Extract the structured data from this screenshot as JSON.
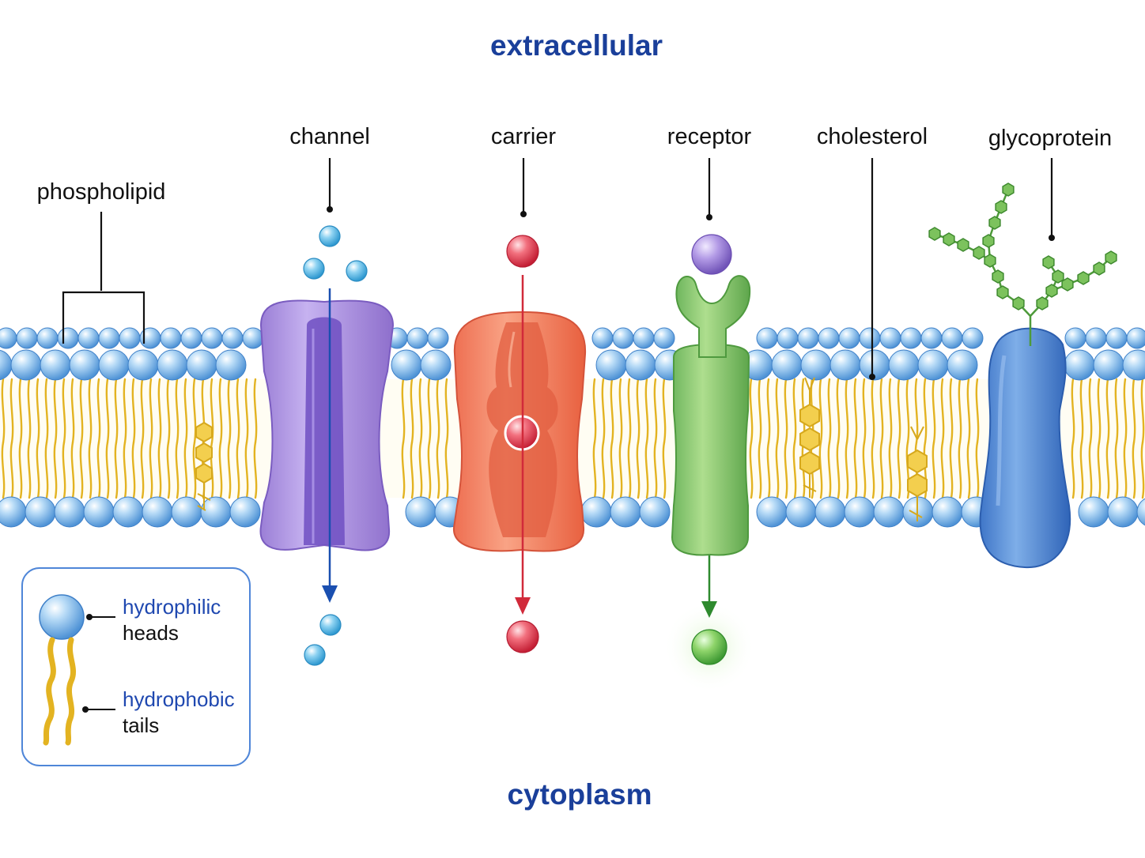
{
  "regions": {
    "top": "extracellular",
    "bottom": "cytoplasm"
  },
  "labels": {
    "phospholipid": "phospholipid",
    "channel": "channel",
    "carrier": "carrier",
    "receptor": "receptor",
    "cholesterol": "cholesterol",
    "glycoprotein": "glycoprotein"
  },
  "legend": {
    "heads_term": "hydrophilic",
    "heads_desc": "heads",
    "tails_term": "hydrophobic",
    "tails_desc": "tails"
  },
  "colors": {
    "region_text": "#1a3f9a",
    "legend_term": "#1f48b0",
    "head": "#8fc3ef",
    "tail": "#e3b321",
    "channel": "#b193e0",
    "carrier": "#f28a6c",
    "receptor": "#8cc47a",
    "glycoprotein": "#5f93dc",
    "channel_flow": "#1a4fb0",
    "carrier_flow": "#d12a3a",
    "receptor_flow": "#2e8a2e",
    "sugar": "#7cc25d"
  },
  "icons": [
    "hydrophilic-head-icon",
    "hydrophobic-tail-icon",
    "flow-arrow-icon",
    "sugar-chain-icon"
  ]
}
